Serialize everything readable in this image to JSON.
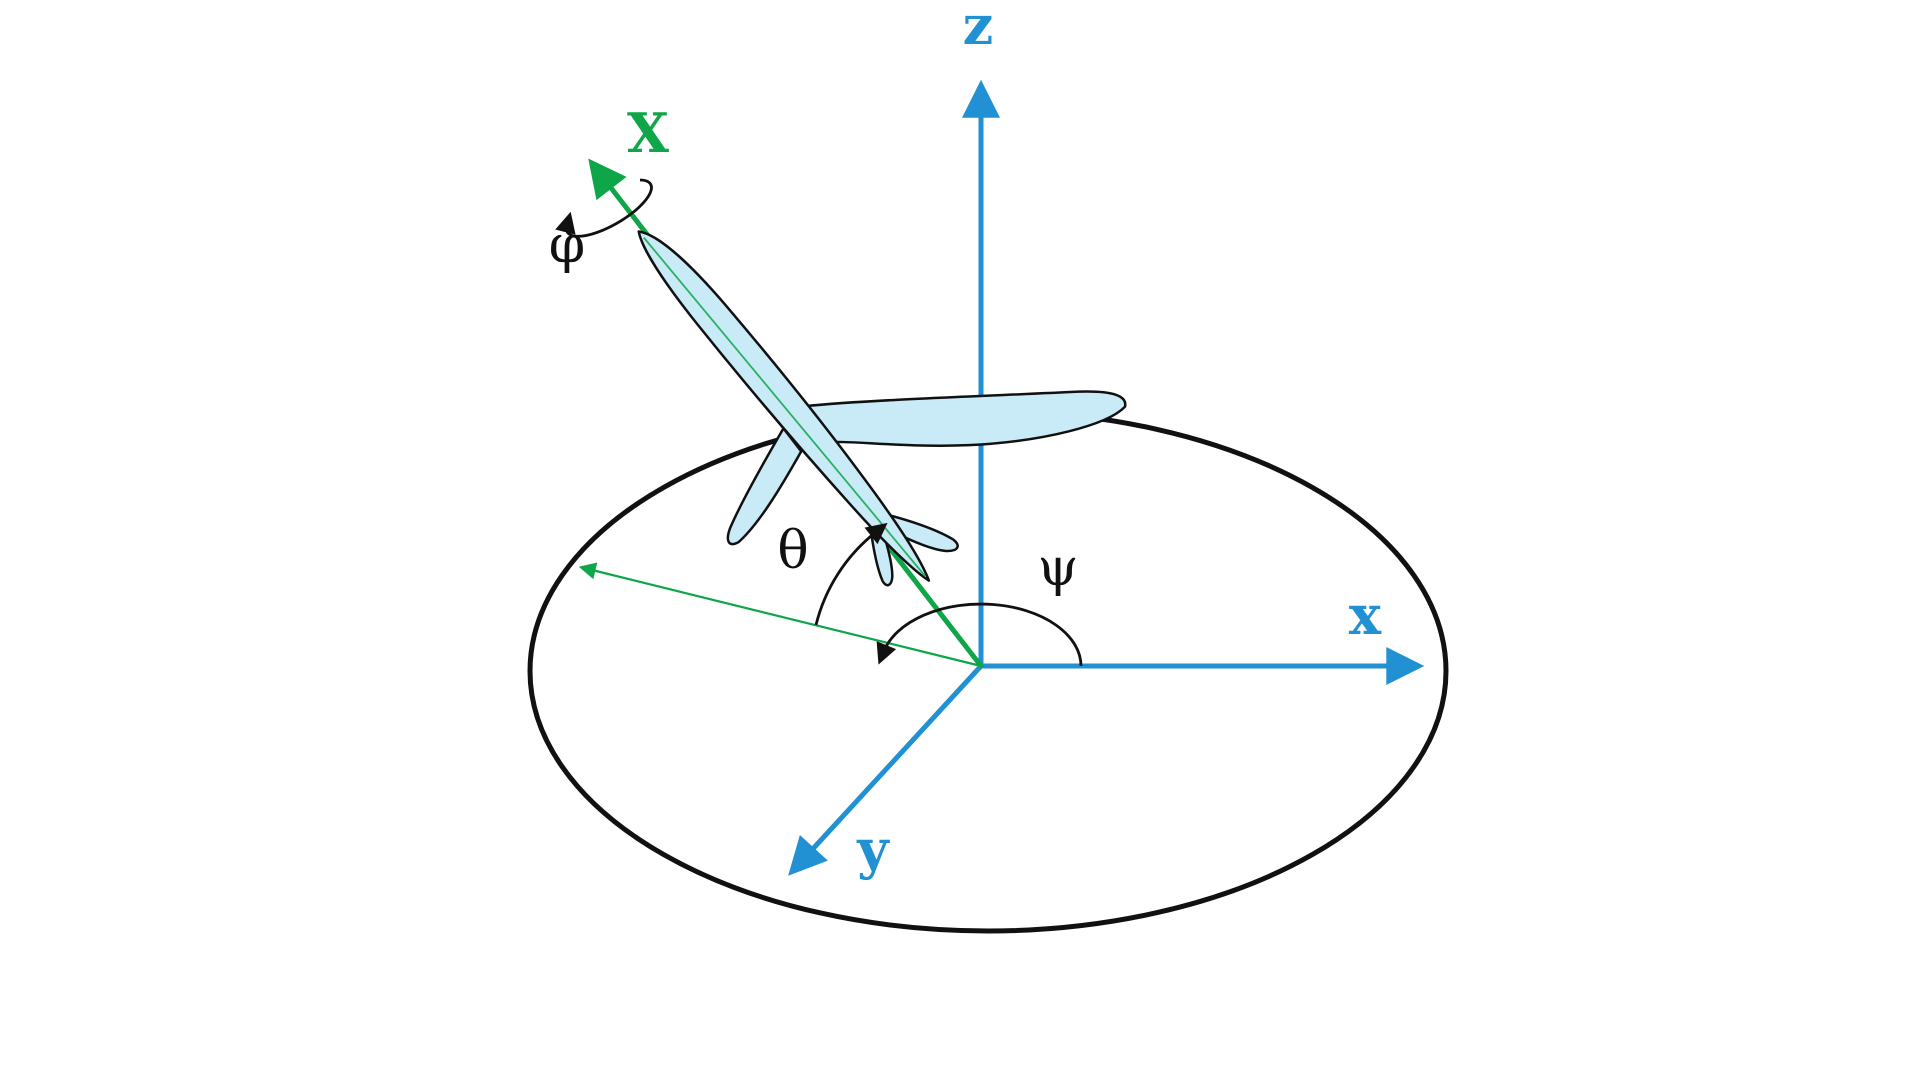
{
  "figure": {
    "labels": {
      "x_axis": "x",
      "y_axis": "y",
      "z_axis": "z",
      "body_axis": "X",
      "yaw_angle": "ψ",
      "pitch_angle": "θ",
      "roll_angle": "φ"
    },
    "colors": {
      "axis_blue": "#2191d4",
      "axis_green": "#0ea648",
      "plane_fill": "#c9ebf8",
      "ink": "#111111",
      "background": "#ffffff"
    }
  }
}
